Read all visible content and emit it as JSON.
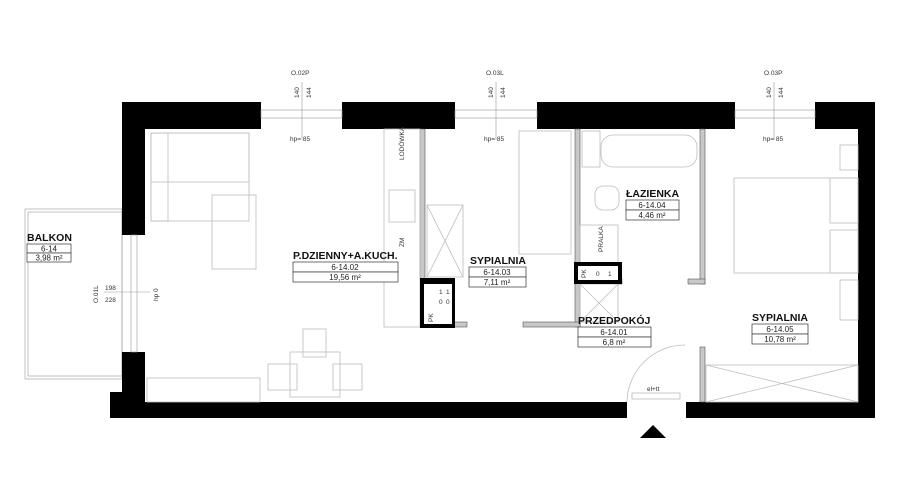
{
  "rooms": [
    {
      "name": "BALKON",
      "code": "6-14",
      "area": "3,98 m²"
    },
    {
      "name": "P.DZIENNY+A.KUCH.",
      "code": "6-14.02",
      "area": "19,56 m²"
    },
    {
      "name": "SYPIALNIA",
      "code": "6-14.03",
      "area": "7,11 m²"
    },
    {
      "name": "ŁAZIENKA",
      "code": "6-14.04",
      "area": "4,46 m²"
    },
    {
      "name": "PRZEDPOKÓJ",
      "code": "6-14.01",
      "area": "6,8 m²"
    },
    {
      "name": "SYPIALNIA",
      "code": "6-14.05",
      "area": "10,78 m²"
    }
  ],
  "windows": [
    {
      "id": "O.02P",
      "h1": "140",
      "h2": "144",
      "hp": "hp= 85"
    },
    {
      "id": "O.03L",
      "h1": "140",
      "h2": "144",
      "hp": "hp= 85"
    },
    {
      "id": "O.03P",
      "h1": "140",
      "h2": "144",
      "hp": "hp= 85"
    }
  ],
  "balcony_door": {
    "id": "O.01L",
    "h1": "198",
    "h2": "228",
    "hp": "hp 0"
  },
  "fixtures": {
    "fridge": "LODÓWKA",
    "dishwasher": "ZM",
    "washer": "PRALKA",
    "pk": "PK",
    "pk_left_values": [
      "1",
      "1",
      "0",
      "0"
    ],
    "pk_right_values": [
      "0",
      "1"
    ],
    "electrical": "el+tt"
  }
}
